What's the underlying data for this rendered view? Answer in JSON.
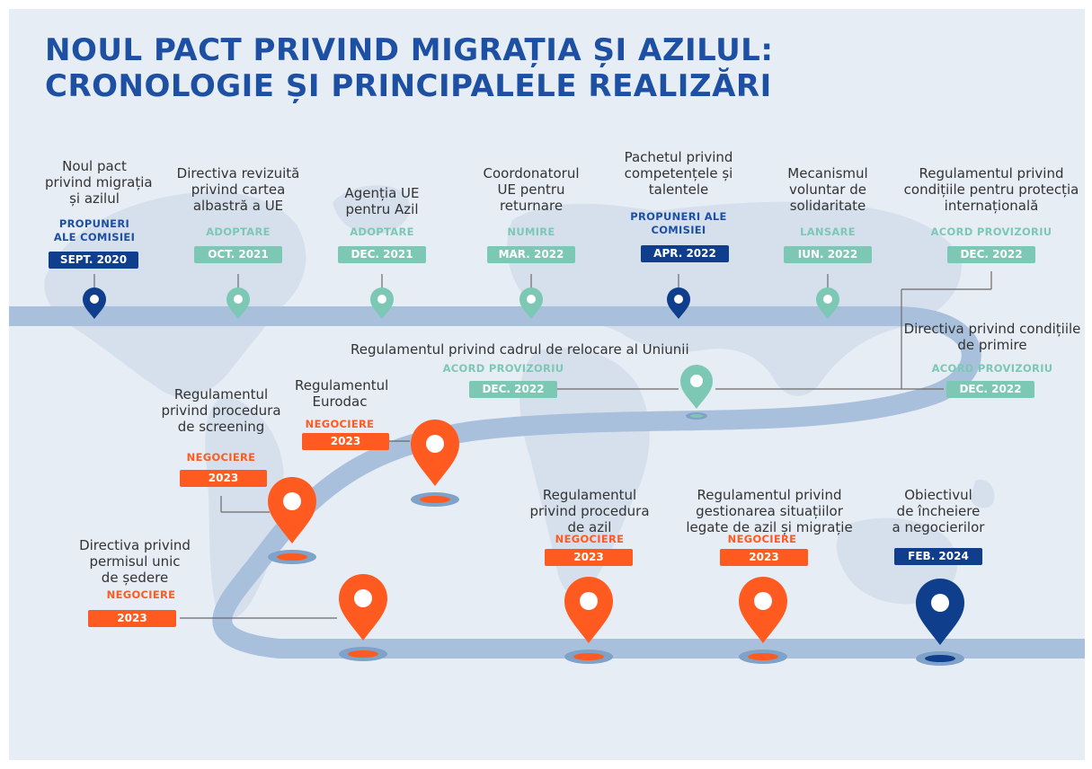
{
  "title": {
    "line1": "NOUL PACT PRIVIND MIGRAȚIA ȘI AZILUL:",
    "line2": "CRONOLOGIE ȘI PRINCIPALELE REALIZĂRI"
  },
  "colors": {
    "title": "#1d4fa3",
    "dark_blue": "#0e3e8c",
    "teal": "#7cc8b4",
    "orange": "#ff5a1f",
    "road": "#a9c0dd",
    "map": "#d7e1ee"
  },
  "milestones": [
    {
      "id": "pact",
      "label": [
        "Noul pact",
        "privind migrația",
        "și azilul"
      ],
      "stage": [
        "PROPUNERI",
        "ALE COMISIEI"
      ],
      "date": "SEPT. 2020",
      "status": "proposal"
    },
    {
      "id": "blue-card",
      "label": [
        "Directiva revizuită",
        "privind cartea",
        "albastră a UE"
      ],
      "stage": [
        "ADOPTARE"
      ],
      "date": "OCT. 2021",
      "status": "adopted"
    },
    {
      "id": "euaa",
      "label": [
        "Agenția UE",
        "pentru Azil"
      ],
      "stage": [
        "ADOPTARE"
      ],
      "date": "DEC. 2021",
      "status": "adopted"
    },
    {
      "id": "return-coordinator",
      "label": [
        "Coordonatorul",
        "UE pentru",
        "returnare"
      ],
      "stage": [
        "NUMIRE"
      ],
      "date": "MAR. 2022",
      "status": "adopted"
    },
    {
      "id": "skills",
      "label": [
        "Pachetul privind",
        "competențele și",
        "talentele"
      ],
      "stage": [
        "PROPUNERI ALE",
        "COMISIEI"
      ],
      "date": "APR. 2022",
      "status": "proposal"
    },
    {
      "id": "solidarity",
      "label": [
        "Mecanismul",
        "voluntar de",
        "solidaritate"
      ],
      "stage": [
        "LANSARE"
      ],
      "date": "IUN. 2022",
      "status": "adopted"
    },
    {
      "id": "qualification",
      "label": [
        "Regulamentul privind",
        "condițiile pentru protecția",
        "internațională"
      ],
      "stage": [
        "ACORD PROVIZORIU"
      ],
      "date": "DEC. 2022",
      "status": "adopted"
    },
    {
      "id": "reception",
      "label": [
        "Directiva privind condițiile",
        "de primire"
      ],
      "stage": [
        "ACORD PROVIZORIU"
      ],
      "date": "DEC. 2022",
      "status": "adopted"
    },
    {
      "id": "resettlement",
      "label": [
        "Regulamentul privind cadrul de relocare al Uniunii"
      ],
      "stage": [
        "ACORD PROVIZORIU"
      ],
      "date": "DEC. 2022",
      "status": "adopted"
    },
    {
      "id": "eurodac",
      "label": [
        "Regulamentul",
        "Eurodac"
      ],
      "stage": [
        "NEGOCIERE"
      ],
      "date": "2023",
      "status": "negotiation"
    },
    {
      "id": "screening",
      "label": [
        "Regulamentul",
        "privind procedura",
        "de screening"
      ],
      "stage": [
        "NEGOCIERE"
      ],
      "date": "2023",
      "status": "negotiation"
    },
    {
      "id": "single-permit",
      "label": [
        "Directiva privind",
        "permisul unic",
        "de ședere"
      ],
      "stage": [
        "NEGOCIERE"
      ],
      "date": "2023",
      "status": "negotiation"
    },
    {
      "id": "asylum-procedure",
      "label": [
        "Regulamentul",
        "privind procedura",
        "de azil"
      ],
      "stage": [
        "NEGOCIERE"
      ],
      "date": "2023",
      "status": "negotiation"
    },
    {
      "id": "asylum-management",
      "label": [
        "Regulamentul privind",
        "gestionarea situațiilor",
        "legate de azil și migrație"
      ],
      "stage": [
        "NEGOCIERE"
      ],
      "date": "2023",
      "status": "negotiation"
    },
    {
      "id": "objective",
      "label": [
        "Obiectivul",
        "de încheiere",
        "a negocierilor"
      ],
      "stage": [],
      "date": "FEB. 2024",
      "status": "proposal"
    }
  ]
}
